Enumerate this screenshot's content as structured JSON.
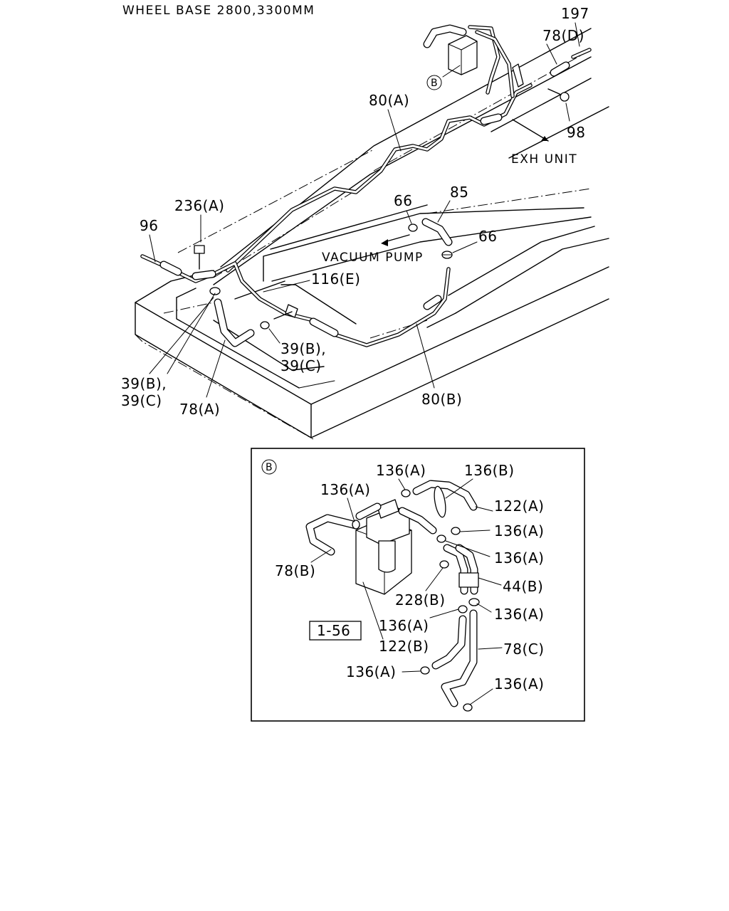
{
  "title": "WHEEL BASE 2800,3300MM",
  "labels": {
    "p197": "197",
    "p78d": "78(D)",
    "pB_top": "B",
    "p80a": "80(A)",
    "p98": "98",
    "exh_unit": "EXH UNIT",
    "p236a": "236(A)",
    "p96": "96",
    "p66_left": "66",
    "p85": "85",
    "p66_right": "66",
    "vacuum_pump": "VACUUM PUMP",
    "p116e": "116(E)",
    "p39b_mid": "39(B),",
    "p39c_mid": "39(C)",
    "p39b_left": "39(B),",
    "p39c_left": "39(C)",
    "p78a": "78(A)",
    "p80b": "80(B)"
  },
  "detail": {
    "marker": "B",
    "ref_box": "1-56",
    "labels": {
      "c136a_1": "136(A)",
      "c136b": "136(B)",
      "c136a_2": "136(A)",
      "c122a": "122(A)",
      "c136a_3": "136(A)",
      "c136a_4": "136(A)",
      "c78b": "78(B)",
      "c44b": "44(B)",
      "c228b": "228(B)",
      "c136a_5": "136(A)",
      "c136a_6": "136(A)",
      "c122b": "122(B)",
      "c78c": "78(C)",
      "c136a_7": "136(A)",
      "c136a_8": "136(A)"
    }
  }
}
